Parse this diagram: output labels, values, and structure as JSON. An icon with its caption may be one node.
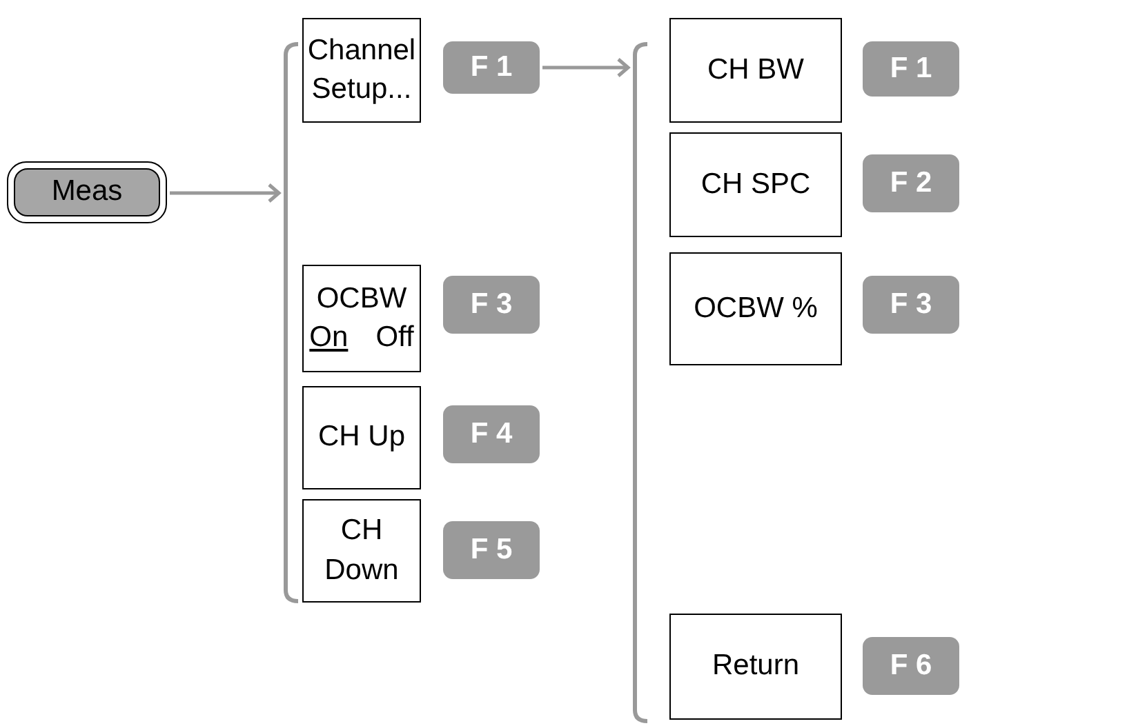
{
  "diagram": {
    "nodes": [
      {
        "text": [
          "Meas"
        ]
      },
      {
        "text": [],
        "shape": "bracket"
      },
      {
        "text": [
          "Channel Setup..."
        ]
      },
      {
        "text": [
          "F 1"
        ]
      },
      {
        "text": [
          "OCBW",
          "On",
          "Off"
        ]
      },
      {
        "text": [
          "F 3"
        ]
      },
      {
        "text": [
          "CH Up"
        ]
      },
      {
        "text": [
          "F 4"
        ]
      },
      {
        "text": [
          "CH Down"
        ]
      },
      {
        "text": [
          "F 5"
        ]
      },
      {
        "text": [],
        "shape": "bracket"
      },
      {
        "text": [
          "CH BW"
        ]
      },
      {
        "text": [
          "F 1"
        ]
      },
      {
        "text": [
          "CH SPC"
        ]
      },
      {
        "text": [
          "F 2"
        ]
      },
      {
        "text": [
          "OCBW %"
        ]
      },
      {
        "text": [
          "F 3"
        ]
      },
      {
        "text": [
          "Return"
        ]
      },
      {
        "text": [
          "F 6"
        ]
      }
    ],
    "edges": [
      {
        "from": 0,
        "to": 1,
        "arrow": "to"
      },
      {
        "from": 3,
        "to": 10,
        "arrow": "to"
      }
    ]
  }
}
